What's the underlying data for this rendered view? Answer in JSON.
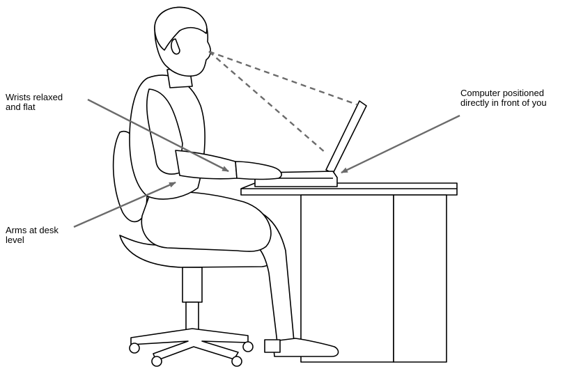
{
  "colors": {
    "line": "#000000",
    "callout": "#6b6b6b",
    "fill": "#ffffff"
  },
  "labels": {
    "wrists": [
      "Wrists relaxed",
      "and flat"
    ],
    "arms": [
      "Arms at desk",
      "level"
    ],
    "computer": [
      "Computer positioned",
      "directly in front of you"
    ]
  }
}
